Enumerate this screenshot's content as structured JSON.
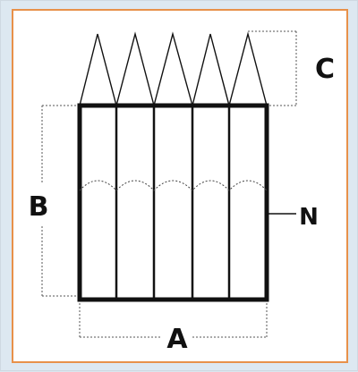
{
  "diagram": {
    "labels": {
      "a": "A",
      "b": "B",
      "c": "C",
      "n": "N"
    },
    "colors": {
      "frame_border": "#e8914a",
      "ink": "#111111",
      "dotted": "#555555",
      "background": "#dde8f1"
    }
  }
}
